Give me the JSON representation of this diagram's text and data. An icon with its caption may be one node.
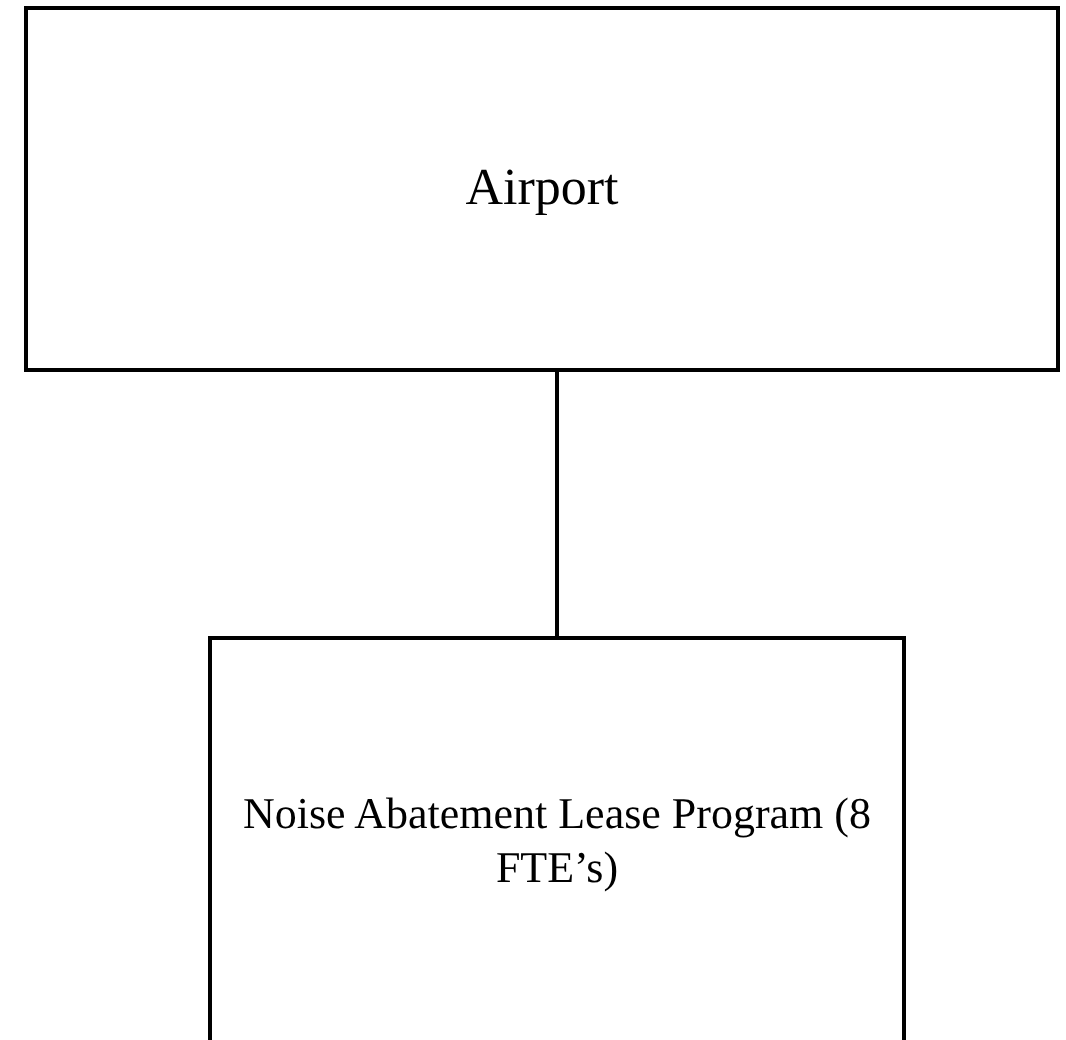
{
  "diagram": {
    "nodes": [
      {
        "text": [
          "Airport"
        ]
      },
      {
        "text": [
          "Noise Abatement Lease Program (8 FTE’s)"
        ]
      }
    ],
    "edges": [
      {
        "from": 0,
        "to": 1,
        "arrow": "none"
      }
    ]
  }
}
